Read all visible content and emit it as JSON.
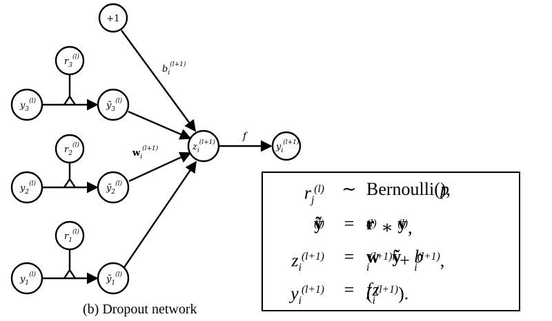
{
  "caption": "(b) Dropout network",
  "nodes": {
    "bias": "+1",
    "r3": "r3(l)",
    "r2": "r2(l)",
    "r1": "r1(l)",
    "y3": "y3(l)",
    "y2": "y2(l)",
    "y1": "y1(l)",
    "yt3": "ỹ3(l)",
    "yt2": "ỹ2(l)",
    "yt1": "ỹ1(l)",
    "z": "zi(l+1)",
    "yout": "yi(l+1)"
  },
  "edge_labels": {
    "bias": "bi(l+1)",
    "weights": "wi(l+1)",
    "activation": "f"
  },
  "equations": [
    {
      "lhs": "rj(l)",
      "rel": "∼",
      "rhs": "Bernoulli(p),"
    },
    {
      "lhs": "ỹ(l)",
      "rel": "=",
      "rhs": "r(l) ∗ y(l),"
    },
    {
      "lhs": "zi(l+1)",
      "rel": "=",
      "rhs": "wi(l+1)ỹl + bi(l+1),"
    },
    {
      "lhs": "yi(l+1)",
      "rel": "=",
      "rhs": "f(zi(l+1))."
    }
  ]
}
